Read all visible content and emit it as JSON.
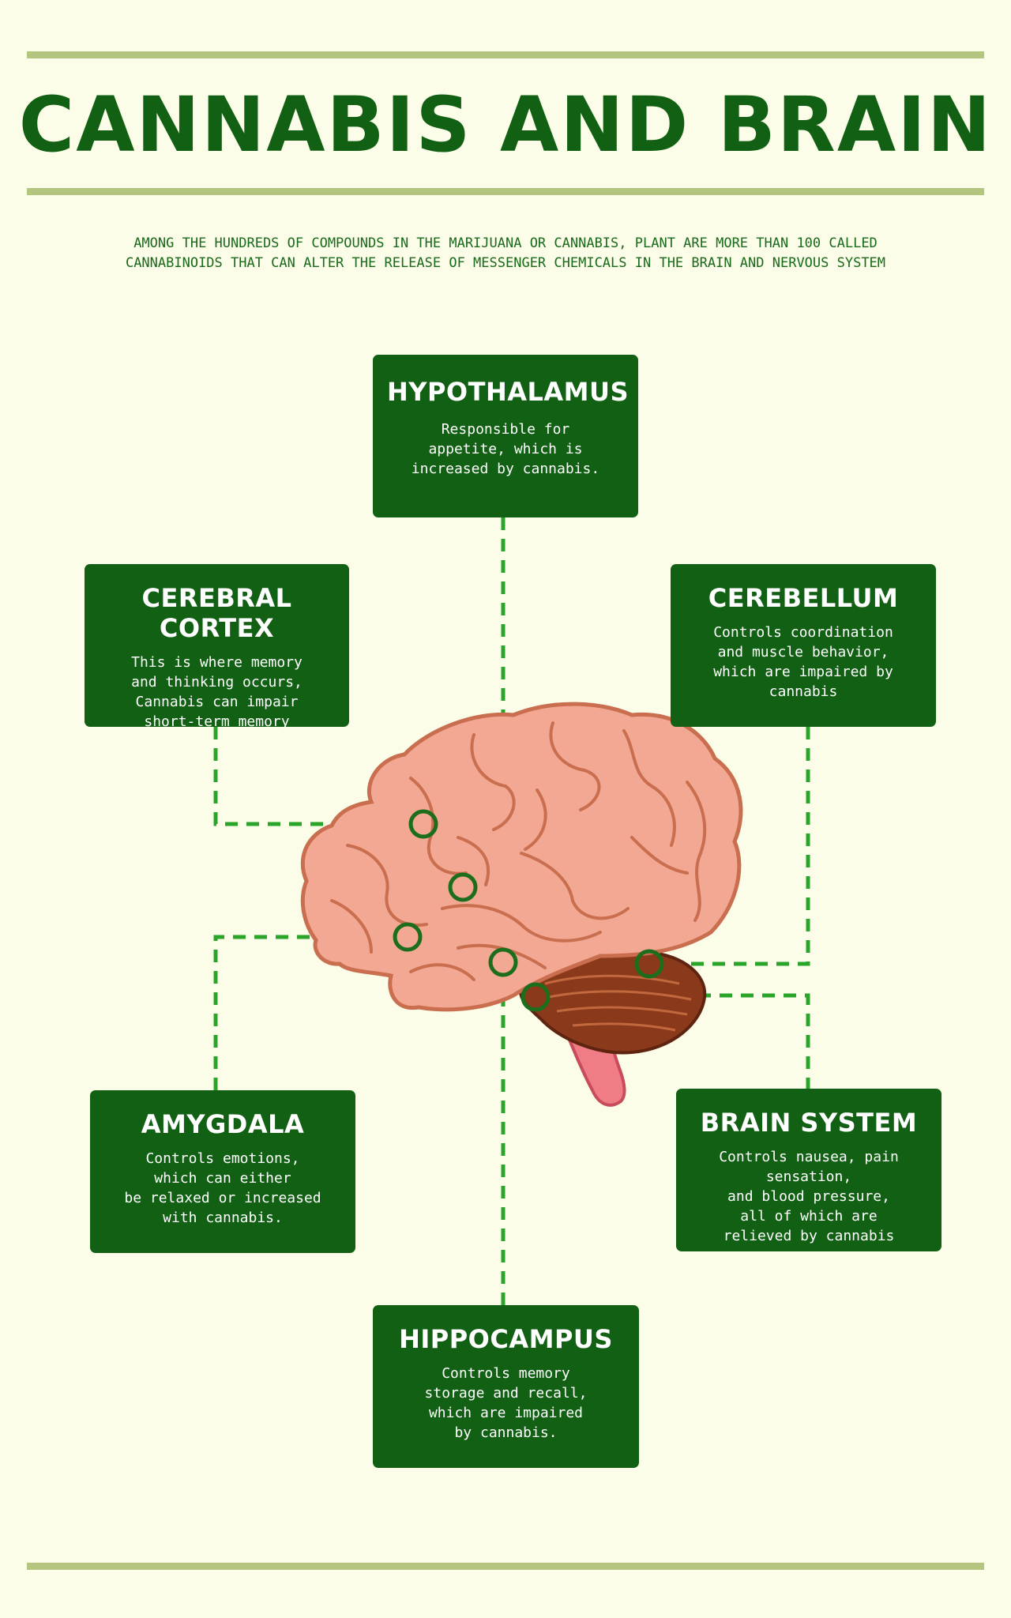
{
  "title": "CANNABIS AND BRAIN",
  "intro": {
    "line1": "AMONG THE HUNDREDS OF COMPOUNDS IN THE MARIJUANA OR CANNABIS, PLANT ARE MORE THAN 100 CALLED",
    "line2": "CANNABINOIDS THAT CAN ALTER THE RELEASE OF MESSENGER CHEMICALS IN THE BRAIN AND NERVOUS SYSTEM"
  },
  "regions": {
    "hypothalamus": {
      "title": "HYPOTHALAMUS",
      "desc": "Responsible for\nappetite, which is\nincreased by cannabis."
    },
    "cerebral_cortex": {
      "title": "CEREBRAL CORTEX",
      "desc": "This is where memory\nand thinking occurs,\nCannabis can impair\nshort-term memory"
    },
    "cerebellum": {
      "title": "CEREBELLUM",
      "desc": "Controls coordination\nand muscle behavior,\nwhich are impaired by\ncannabis"
    },
    "amygdala": {
      "title": "AMYGDALA",
      "desc": "Controls emotions,\nwhich can either\nbe relaxed or increased\nwith cannabis."
    },
    "brain_system": {
      "title": "BRAIN SYSTEM",
      "desc": "Controls nausea, pain sensation,\nand blood pressure,\nall of which are\nrelieved by cannabis"
    },
    "hippocampus": {
      "title": "HIPPOCAMPUS",
      "desc": "Controls memory\nstorage and recall,\nwhich are impaired\nby cannabis."
    }
  },
  "colors": {
    "background": "#fbfde8",
    "dark_green": "#116014",
    "rule_green": "#b3c57e",
    "connector_green": "#2aa52a",
    "brain_pink": "#f2a892",
    "brain_outline": "#c96e4e",
    "cerebellum_brown": "#8a3a1a",
    "stem_pink": "#f07c85"
  }
}
